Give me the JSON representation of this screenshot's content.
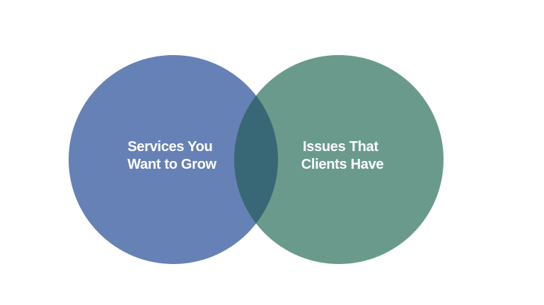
{
  "diagram": {
    "type": "venn",
    "left_circle": {
      "label_lines": [
        "Services You",
        "Want to Grow"
      ],
      "color": "#6681b5"
    },
    "right_circle": {
      "label_lines": [
        "Issues That",
        "Clients Have"
      ],
      "color": "#6a9a8c"
    },
    "intersection": {
      "color": "#386876"
    },
    "background": "#ffffff"
  }
}
